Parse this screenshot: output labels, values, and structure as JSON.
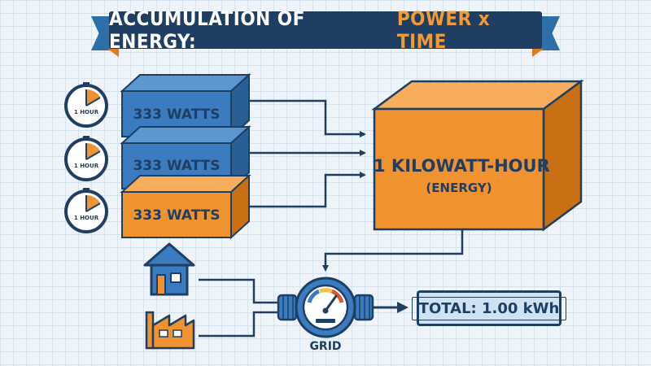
{
  "title": {
    "part1": "ACCUMULATION OF ENERGY:",
    "part2": "POWER x TIME"
  },
  "sources": [
    {
      "label": "333 WATTS",
      "duration": "1 HOUR",
      "color": "#3b7bbf"
    },
    {
      "label": "333 WATTS",
      "duration": "1 HOUR",
      "color": "#3b7bbf"
    },
    {
      "label": "333 WATTS",
      "duration": "1 HOUR",
      "color": "#f0922f"
    }
  ],
  "energy_box": {
    "label": "1 KILOWATT-HOUR",
    "sublabel": "(ENERGY)",
    "color": "#f0922f"
  },
  "consumers": [
    {
      "icon": "house-icon"
    },
    {
      "icon": "factory-icon"
    }
  ],
  "meter": {
    "label": "GRID",
    "icon": "gauge-icon"
  },
  "total": {
    "label": "TOTAL: 1.00 kWh"
  },
  "colors": {
    "navy": "#1e3f63",
    "blue": "#3b7bbf",
    "orange": "#f0922f",
    "background": "#eef4f9"
  }
}
